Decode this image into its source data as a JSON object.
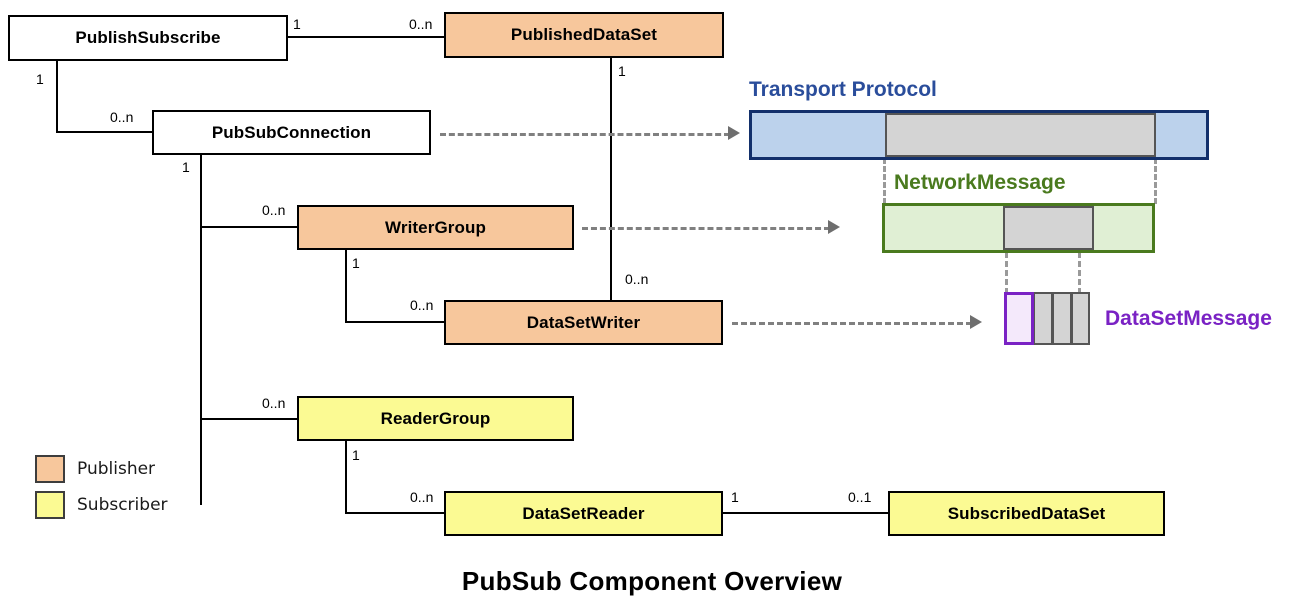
{
  "diagram": {
    "caption": "PubSub Component Overview",
    "classes": [
      {
        "id": "publishSubscribe",
        "label": "PublishSubscribe",
        "kind": "plain"
      },
      {
        "id": "publishedDataSet",
        "label": "PublishedDataSet",
        "kind": "publisher"
      },
      {
        "id": "pubSubConnection",
        "label": "PubSubConnection",
        "kind": "plain"
      },
      {
        "id": "writerGroup",
        "label": "WriterGroup",
        "kind": "publisher"
      },
      {
        "id": "dataSetWriter",
        "label": "DataSetWriter",
        "kind": "publisher"
      },
      {
        "id": "readerGroup",
        "label": "ReaderGroup",
        "kind": "subscriber"
      },
      {
        "id": "dataSetReader",
        "label": "DataSetReader",
        "kind": "subscriber"
      },
      {
        "id": "subscribedDataSet",
        "label": "SubscribedDataSet",
        "kind": "subscriber"
      }
    ],
    "associations": [
      {
        "from": "publishSubscribe",
        "to": "publishedDataSet",
        "from_mult": "1",
        "to_mult": "0..n"
      },
      {
        "from": "publishSubscribe",
        "to": "pubSubConnection",
        "from_mult": "1",
        "to_mult": "0..n"
      },
      {
        "from": "pubSubConnection",
        "to": "writerGroup",
        "from_mult": "1",
        "to_mult": "0..n"
      },
      {
        "from": "writerGroup",
        "to": "dataSetWriter",
        "from_mult": "1",
        "to_mult": "0..n"
      },
      {
        "from": "publishedDataSet",
        "to": "dataSetWriter",
        "from_mult": "1",
        "to_mult": "0..n"
      },
      {
        "from": "pubSubConnection",
        "to": "readerGroup",
        "from_mult": "1",
        "to_mult": "0..n"
      },
      {
        "from": "readerGroup",
        "to": "dataSetReader",
        "from_mult": "1",
        "to_mult": "0..n"
      },
      {
        "from": "dataSetReader",
        "to": "subscribedDataSet",
        "from_mult": "1",
        "to_mult": "0..1"
      }
    ],
    "multiplicity_labels": {
      "ps_to_pds_from": "1",
      "ps_to_pds_to": "0..n",
      "ps_to_conn_from": "1",
      "ps_to_conn_to": "0..n",
      "conn_to_wg_from": "1",
      "conn_to_wg_to": "0..n",
      "wg_to_dsw_from": "1",
      "wg_to_dsw_to": "0..n",
      "pds_to_dsw_from": "1",
      "pds_to_dsw_to": "0..n",
      "conn_to_rg_to": "0..n",
      "rg_to_dsr_from": "1",
      "rg_to_dsr_to": "0..n",
      "dsr_to_sds_from": "1",
      "dsr_to_sds_to": "0..1"
    }
  },
  "message_stack": {
    "transport": {
      "title": "Transport Protocol",
      "color": "#2a4d9b",
      "border": "#13306b",
      "fill": "#bcd2ec",
      "segments": [
        "header",
        "payload",
        "trailer"
      ]
    },
    "network": {
      "title": "NetworkMessage",
      "color": "#4a7a1e",
      "border": "#4a7a1e",
      "fill": "#e0efd4",
      "segments": [
        "header",
        "payload",
        "trailer"
      ]
    },
    "datasetmessage": {
      "title": "DataSetMessage",
      "color": "#7a22c4",
      "border": "#7a22c4",
      "fill": "#f4e9fb",
      "segments": [
        "header",
        "field",
        "field",
        "field"
      ]
    }
  },
  "legend": {
    "items": [
      {
        "label": "Publisher",
        "color": "#f7c79c"
      },
      {
        "label": "Subscriber",
        "color": "#fbfa93"
      }
    ]
  }
}
